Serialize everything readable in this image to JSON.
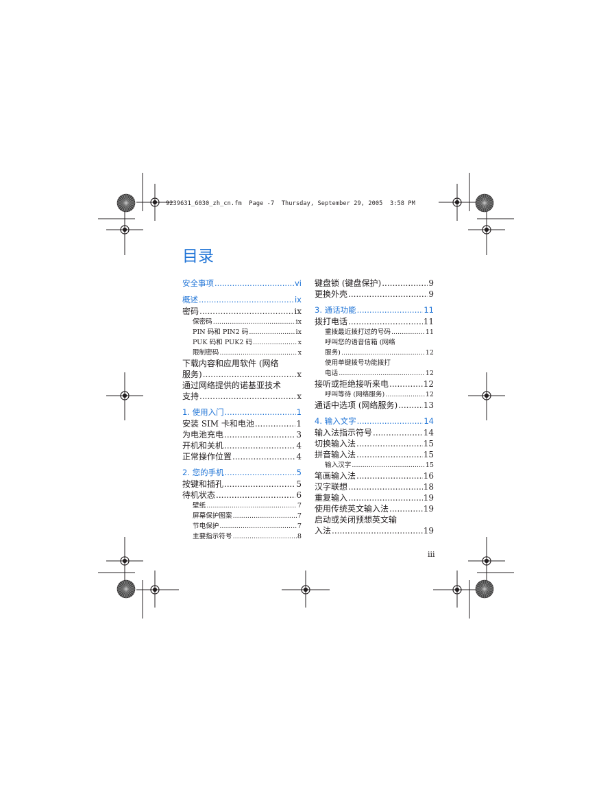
{
  "header": "9239631_6030_zh_cn.fm  Page -7  Thursday, September 29, 2005  3:58 PM",
  "title": "目录",
  "page_number": "iii",
  "left_column": [
    {
      "kind": "sec",
      "text": "安全事项",
      "page": "vi"
    },
    {
      "kind": "gap"
    },
    {
      "kind": "sec",
      "text": "概述",
      "page": "ix"
    },
    {
      "kind": "e1",
      "text": "密码",
      "page": "ix"
    },
    {
      "kind": "e2",
      "text": "保密码",
      "page": "ix"
    },
    {
      "kind": "e2",
      "text": "PIN 码和 PIN2 码",
      "page": "ix"
    },
    {
      "kind": "e2",
      "text": "PUK 码和 PUK2 码",
      "page": "x"
    },
    {
      "kind": "e2",
      "text": "限制密码",
      "page": "x"
    },
    {
      "kind": "e1w",
      "lines": [
        "下载内容和应用软件 (网络",
        "服务)"
      ],
      "page": "x"
    },
    {
      "kind": "e1w",
      "lines": [
        "通过网络提供的诺基亚技术",
        "支持"
      ],
      "page": "x"
    },
    {
      "kind": "gap"
    },
    {
      "kind": "sec",
      "text": "1. 使用入门",
      "page": "1"
    },
    {
      "kind": "e1",
      "text": "安装 SIM 卡和电池",
      "page": "1"
    },
    {
      "kind": "e1",
      "text": "为电池充电",
      "page": "3"
    },
    {
      "kind": "e1",
      "text": "开机和关机",
      "page": "4"
    },
    {
      "kind": "e1",
      "text": "正常操作位置",
      "page": "4"
    },
    {
      "kind": "gap"
    },
    {
      "kind": "sec",
      "text": "2. 您的手机",
      "page": "5"
    },
    {
      "kind": "e1",
      "text": "按键和插孔",
      "page": "5"
    },
    {
      "kind": "e1",
      "text": "待机状态",
      "page": "6"
    },
    {
      "kind": "e2",
      "text": "壁纸",
      "page": "7"
    },
    {
      "kind": "e2",
      "text": "屏幕保护图案",
      "page": "7"
    },
    {
      "kind": "e2",
      "text": "节电保护",
      "page": "7"
    },
    {
      "kind": "e2",
      "text": "主要指示符号",
      "page": "8"
    }
  ],
  "right_column": [
    {
      "kind": "e1",
      "text": "键盘锁 (键盘保护)",
      "page": "9"
    },
    {
      "kind": "e1",
      "text": "更换外壳",
      "page": "9"
    },
    {
      "kind": "gap"
    },
    {
      "kind": "sec",
      "text": "3. 通话功能",
      "page": "11"
    },
    {
      "kind": "e1",
      "text": "拨打电话",
      "page": "11"
    },
    {
      "kind": "e2",
      "text": "重拨最近拨打过的号码",
      "page": "11"
    },
    {
      "kind": "e2w",
      "lines": [
        "呼叫您的语音信箱 (网络",
        "服务)"
      ],
      "page": "12"
    },
    {
      "kind": "e2w",
      "lines": [
        "使用单键拨号功能拨打",
        "电话"
      ],
      "page": "12"
    },
    {
      "kind": "e1",
      "text": "接听或拒绝接听来电",
      "page": "12"
    },
    {
      "kind": "e2",
      "text": "呼叫等待 (网络服务)",
      "page": "12"
    },
    {
      "kind": "e1",
      "text": "通话中选项 (网络服务)",
      "page": "13"
    },
    {
      "kind": "gap"
    },
    {
      "kind": "sec",
      "text": "4. 输入文字",
      "page": "14"
    },
    {
      "kind": "e1",
      "text": "输入法指示符号",
      "page": "14"
    },
    {
      "kind": "e1",
      "text": "切换输入法",
      "page": "15"
    },
    {
      "kind": "e1",
      "text": "拼音输入法",
      "page": "15"
    },
    {
      "kind": "e2",
      "text": "输入汉字",
      "page": "15"
    },
    {
      "kind": "e1",
      "text": "笔画输入法",
      "page": "16"
    },
    {
      "kind": "e1",
      "text": "汉字联想",
      "page": "18"
    },
    {
      "kind": "e1",
      "text": "重复输入",
      "page": "19"
    },
    {
      "kind": "e1",
      "text": "使用传统英文输入法",
      "page": "19"
    },
    {
      "kind": "e1w",
      "lines": [
        "启动或关闭预想英文输",
        "入法"
      ],
      "page": "19"
    }
  ]
}
